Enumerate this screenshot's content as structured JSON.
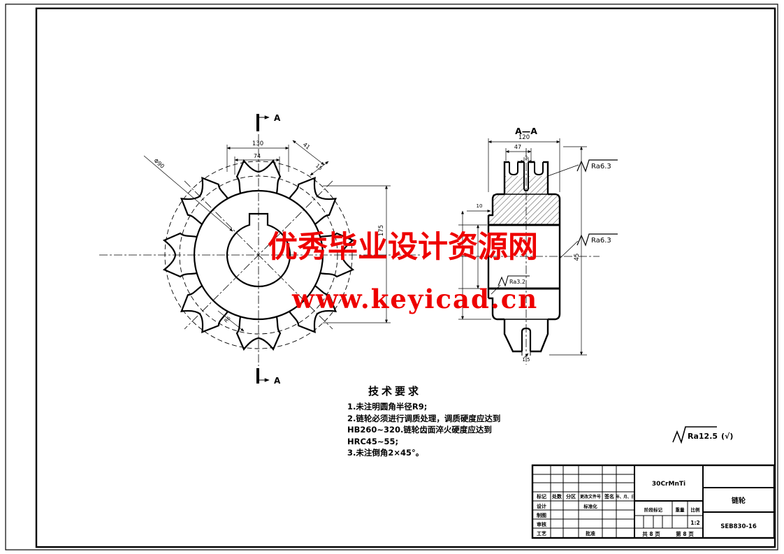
{
  "watermark": {
    "line1": "优秀毕业设计资源网",
    "line2": "www.keyicad.cn",
    "color": "#ee0000"
  },
  "tech": {
    "title": "技术要求",
    "lines": [
      "1.未注明圆角半径R9;",
      "2.链轮必须进行调质处理，调质硬度应达到",
      "HB260~320.链轮齿面淬火硬度应达到",
      "HRC45~55;",
      "3.未注倒角2×45°。"
    ]
  },
  "front_view": {
    "section_label": "A",
    "dims": {
      "d130": "130",
      "d74": "74",
      "d41": "41",
      "d15": "15",
      "dphi90": "Φ90",
      "d175": "175",
      "dr6": "R6"
    }
  },
  "section_view": {
    "title": "A—A",
    "dims": {
      "d120": "120",
      "d47": "47",
      "d3": "3",
      "d10": "10",
      "d45": "45",
      "d15": "1.5"
    },
    "roughness": {
      "ra63_top": "Ra6.3",
      "ra63_mid": "Ra6.3",
      "ra32": "Ra3.2"
    }
  },
  "surface_note": {
    "value": "Ra12.5",
    "suffix": "(√)"
  },
  "titleblock": {
    "material": "30CrMnTi",
    "part_name": "链轮",
    "drawing_no": "SEB830-16",
    "header_row": [
      "标记",
      "处数",
      "分区",
      "更改文件号",
      "签名",
      "年、月、日"
    ],
    "design": "设计",
    "draft": "制图",
    "check": "审核",
    "process": "工艺",
    "standard": "标准化",
    "approve": "批准",
    "stage": "阶段标记",
    "weight": "重量",
    "scale": "比例",
    "scale_value": "1:2",
    "total_pages": "共 8 页",
    "page_no": "第 8 页"
  }
}
